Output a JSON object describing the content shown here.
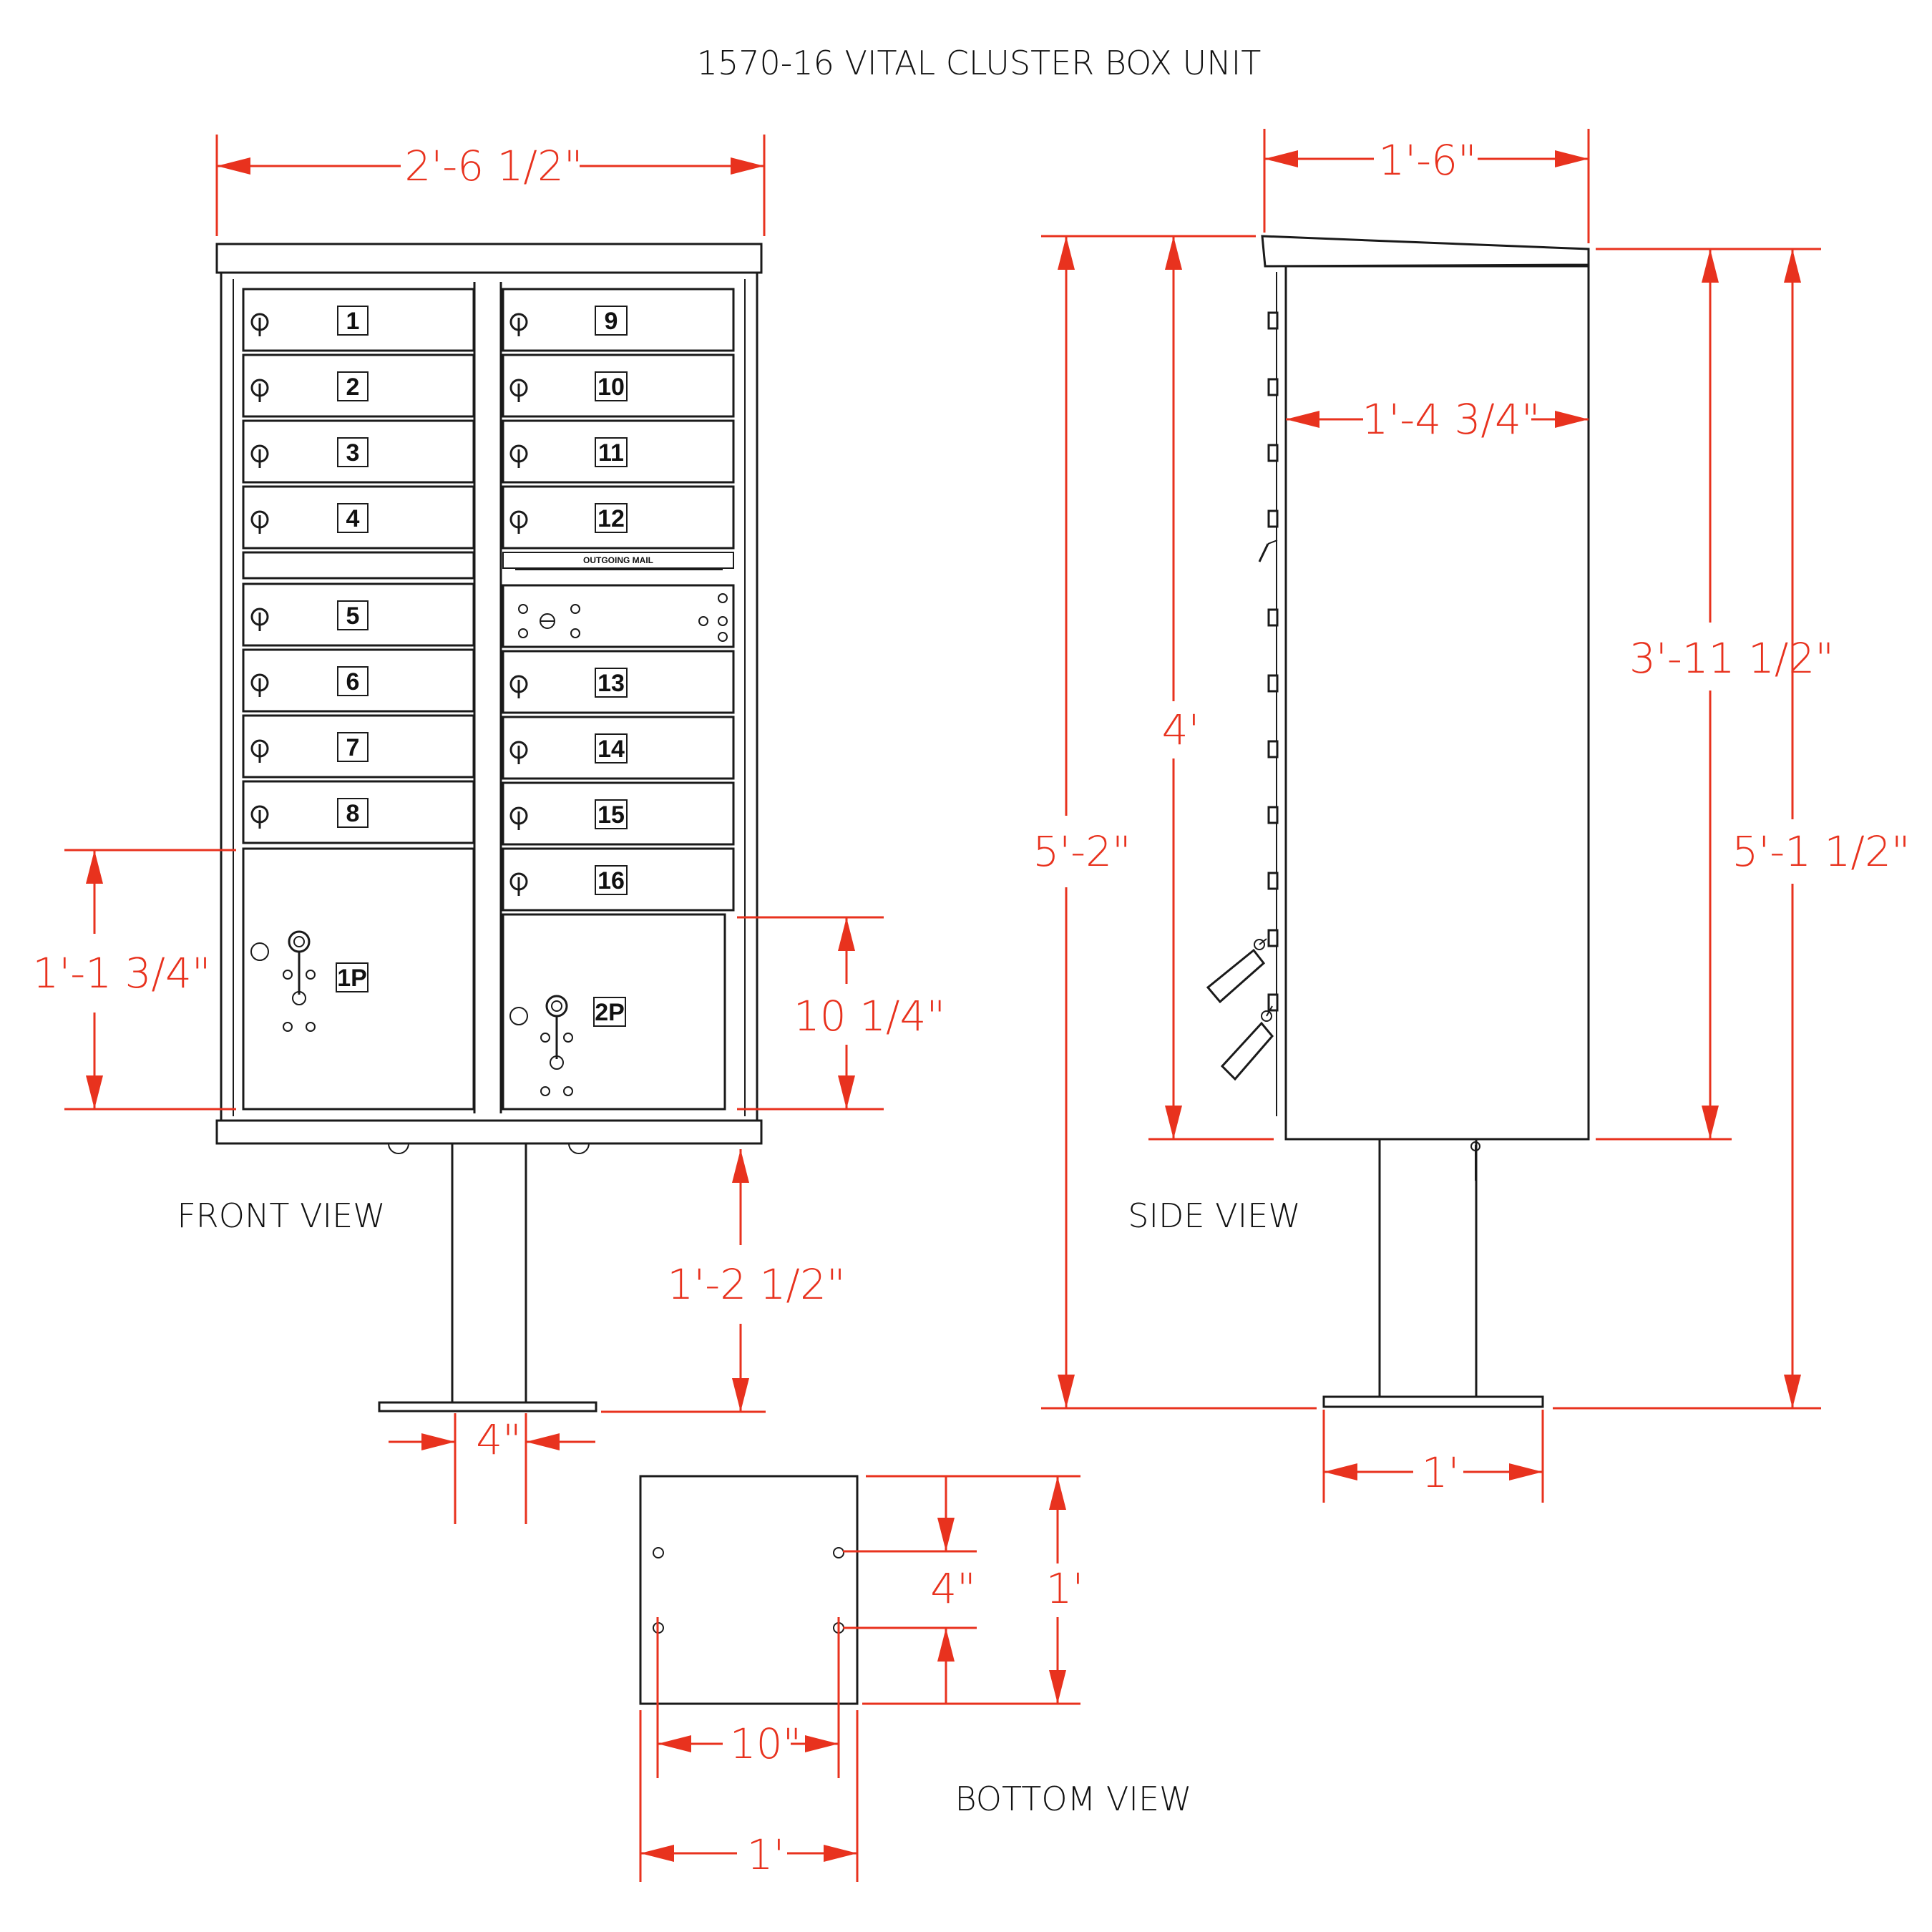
{
  "title": "1570-16 VITAL CLUSTER BOX UNIT",
  "views": {
    "front": "FRONT VIEW",
    "side": "SIDE VIEW",
    "bottom": "BOTTOM VIEW"
  },
  "doors_left": [
    "1",
    "2",
    "3",
    "4",
    "5",
    "6",
    "7",
    "8"
  ],
  "doors_right": [
    "9",
    "10",
    "11",
    "12",
    "13",
    "14",
    "15",
    "16"
  ],
  "parcel_doors": [
    "1P",
    "2P"
  ],
  "outgoing_label": "OUTGOING MAIL",
  "dimensions": {
    "front_width": "2'-6 1/2\"",
    "parcel_1_height": "1'-1 3/4\"",
    "parcel_2_height": "10 1/4\"",
    "pedestal_height": "1'-2 1/2\"",
    "pedestal_width": "4\"",
    "side_top_depth": "1'-6\"",
    "side_body_depth": "1'-4 3/4\"",
    "overall_height_front": "5'-2\"",
    "cabinet_height": "4'",
    "body_height": "3'-11 1/2\"",
    "overall_height_back": "5'-1 1/2\"",
    "base_width_side": "1'",
    "bottom_bolt_spacing_v": "4\"",
    "bottom_depth": "1'",
    "bottom_bolt_spacing_h": "10\"",
    "bottom_width": "1'"
  }
}
